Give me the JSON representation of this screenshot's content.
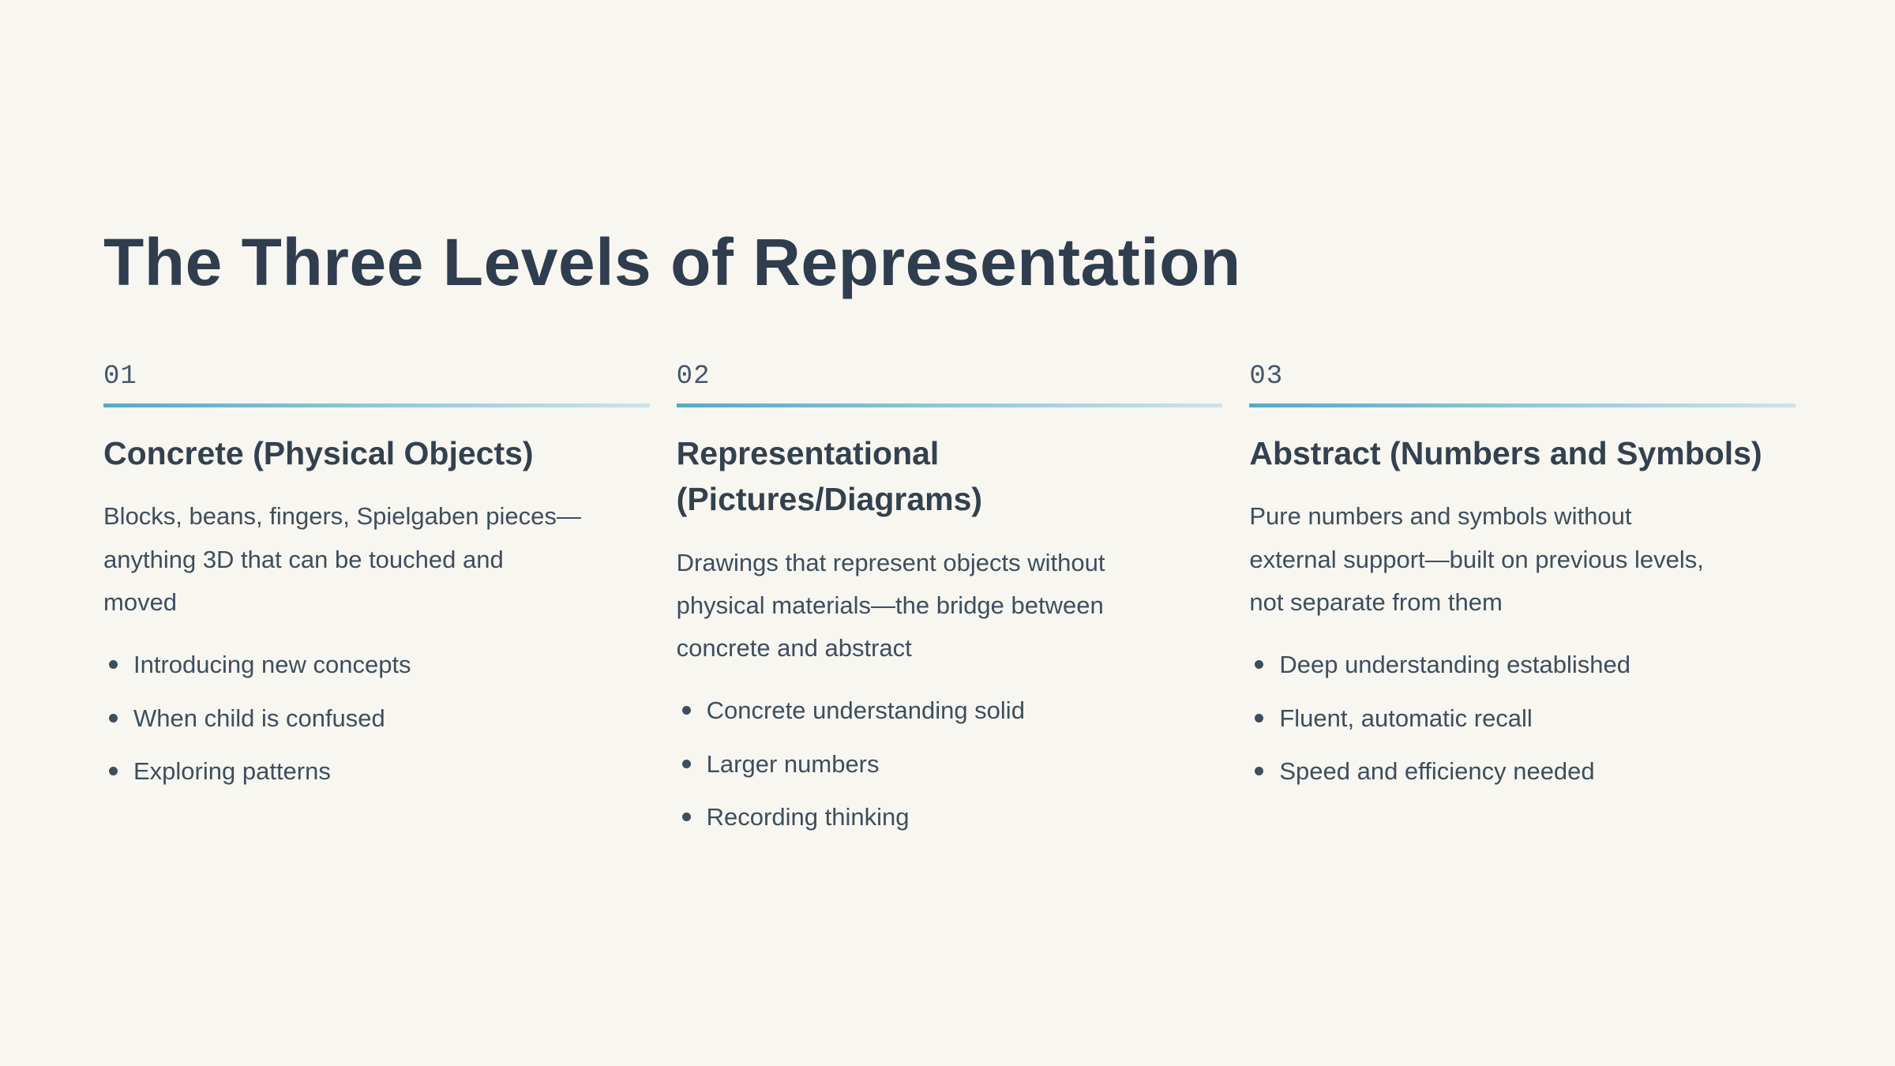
{
  "page": {
    "title": "The Three Levels of Representation",
    "background_color": "#f8f6f0"
  },
  "colors": {
    "title_text": "#2f3d4e",
    "heading_text": "#33414f",
    "body_text": "#3d4e5e",
    "number_text": "#44566a",
    "divider_gradient_start": "#55aac4",
    "divider_gradient_end": "#cde3ec"
  },
  "columns": [
    {
      "number": "01",
      "heading": "Concrete (Physical Objects)",
      "description": "Blocks, beans, fingers, Spielgaben pieces—\nanything 3D that can be touched and\nmoved",
      "bullets": [
        "Introducing new concepts",
        "When child is confused",
        "Exploring patterns"
      ]
    },
    {
      "number": "02",
      "heading": "Representational\n(Pictures/Diagrams)",
      "description": "Drawings that represent objects without\nphysical materials—the bridge between\nconcrete and abstract",
      "bullets": [
        "Concrete understanding solid",
        "Larger numbers",
        "Recording thinking"
      ]
    },
    {
      "number": "03",
      "heading": "Abstract (Numbers and Symbols)",
      "description": "Pure numbers and symbols without\nexternal support—built on previous levels,\nnot separate from them",
      "bullets": [
        "Deep understanding established",
        "Fluent, automatic recall",
        "Speed and efficiency needed"
      ]
    }
  ]
}
